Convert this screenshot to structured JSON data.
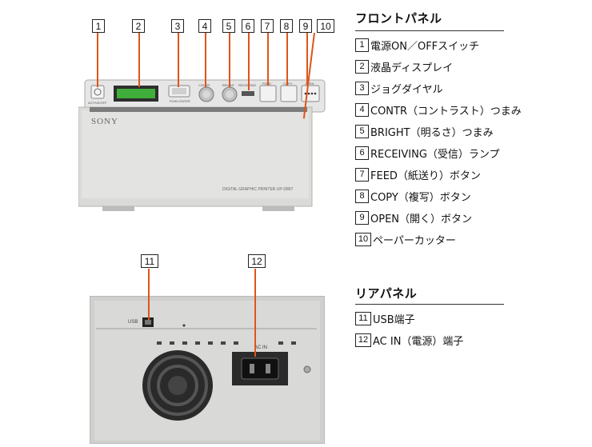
{
  "front": {
    "title": "フロントパネル",
    "callouts": [
      "1",
      "2",
      "3",
      "4",
      "5",
      "6",
      "7",
      "8",
      "9",
      "10"
    ],
    "items": [
      {
        "num": "1",
        "text": "電源ON／OFFスイッチ"
      },
      {
        "num": "2",
        "text": "液晶ディスプレイ"
      },
      {
        "num": "3",
        "text": "ジョグダイヤル"
      },
      {
        "num": "4",
        "text": "CONTR（コントラスト）つまみ"
      },
      {
        "num": "5",
        "text": "BRIGHT（明るさ）つまみ"
      },
      {
        "num": "6",
        "text": "RECEIVING（受信）ランプ"
      },
      {
        "num": "7",
        "text": "FEED（紙送り）ボタン"
      },
      {
        "num": "8",
        "text": "COPY（複写）ボタン"
      },
      {
        "num": "9",
        "text": "OPEN（開く）ボタン"
      },
      {
        "num": "10",
        "text": "ペーパーカッター"
      }
    ],
    "device": {
      "brand": "SONY",
      "model": "DIGITAL GRAPHIC PRINTER UP-D897",
      "label_power": "ACTIVE/OFF",
      "label_jog": "PUSH ENTER",
      "label_contrast": "CONTR",
      "label_bright": "BRIGHT",
      "label_receiving": "RECEIVING",
      "label_feed": "FEED",
      "label_copy": "COPY",
      "label_open": "OPEN"
    }
  },
  "rear": {
    "title": "リアパネル",
    "callouts": [
      "11",
      "12"
    ],
    "items": [
      {
        "num": "11",
        "text": "USB端子"
      },
      {
        "num": "12",
        "text": "AC IN（電源）端子"
      }
    ],
    "device": {
      "label_usb": "USB",
      "label_acin": "AC IN"
    }
  },
  "colors": {
    "leader": "#e0541a",
    "lcd": "#3fae3a",
    "case": "#dcdcdc"
  }
}
